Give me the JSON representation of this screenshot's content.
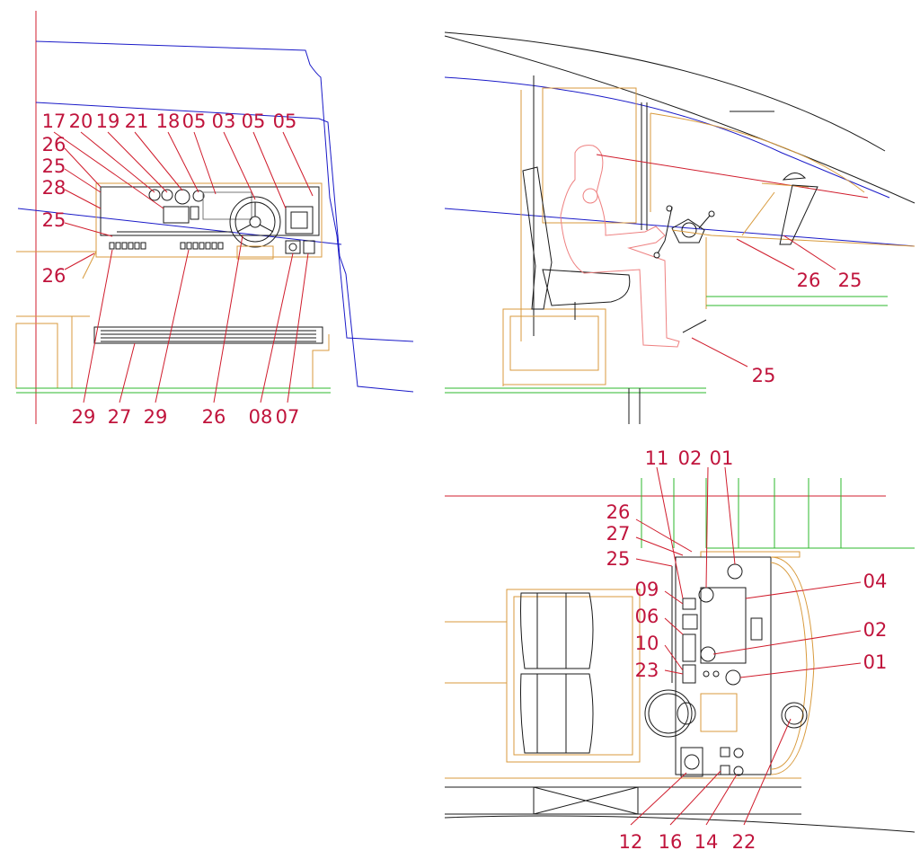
{
  "views": {
    "front": {
      "top_labels": [
        "17",
        "20",
        "19",
        "21",
        "18",
        "05",
        "03",
        "05",
        "05"
      ],
      "left_labels": [
        "26",
        "25",
        "28",
        "25",
        "26"
      ],
      "bottom_labels": [
        "29",
        "27",
        "29",
        "26",
        "08",
        "07"
      ]
    },
    "side": {
      "labels": [
        "26",
        "25",
        "25"
      ]
    },
    "plan": {
      "top_labels": [
        "11",
        "02",
        "01"
      ],
      "left_labels": [
        "26",
        "27",
        "25",
        "09",
        "06",
        "10",
        "23"
      ],
      "right_labels": [
        "04",
        "02",
        "01"
      ],
      "bottom_labels": [
        "12",
        "16",
        "14",
        "22"
      ]
    }
  },
  "colors": {
    "callout": "#c0143c",
    "hull": "#1a1ac8",
    "console": "#d89a3c",
    "floor": "#2cb82c",
    "datum": "#d01c2c",
    "figure": "#ee8080"
  }
}
